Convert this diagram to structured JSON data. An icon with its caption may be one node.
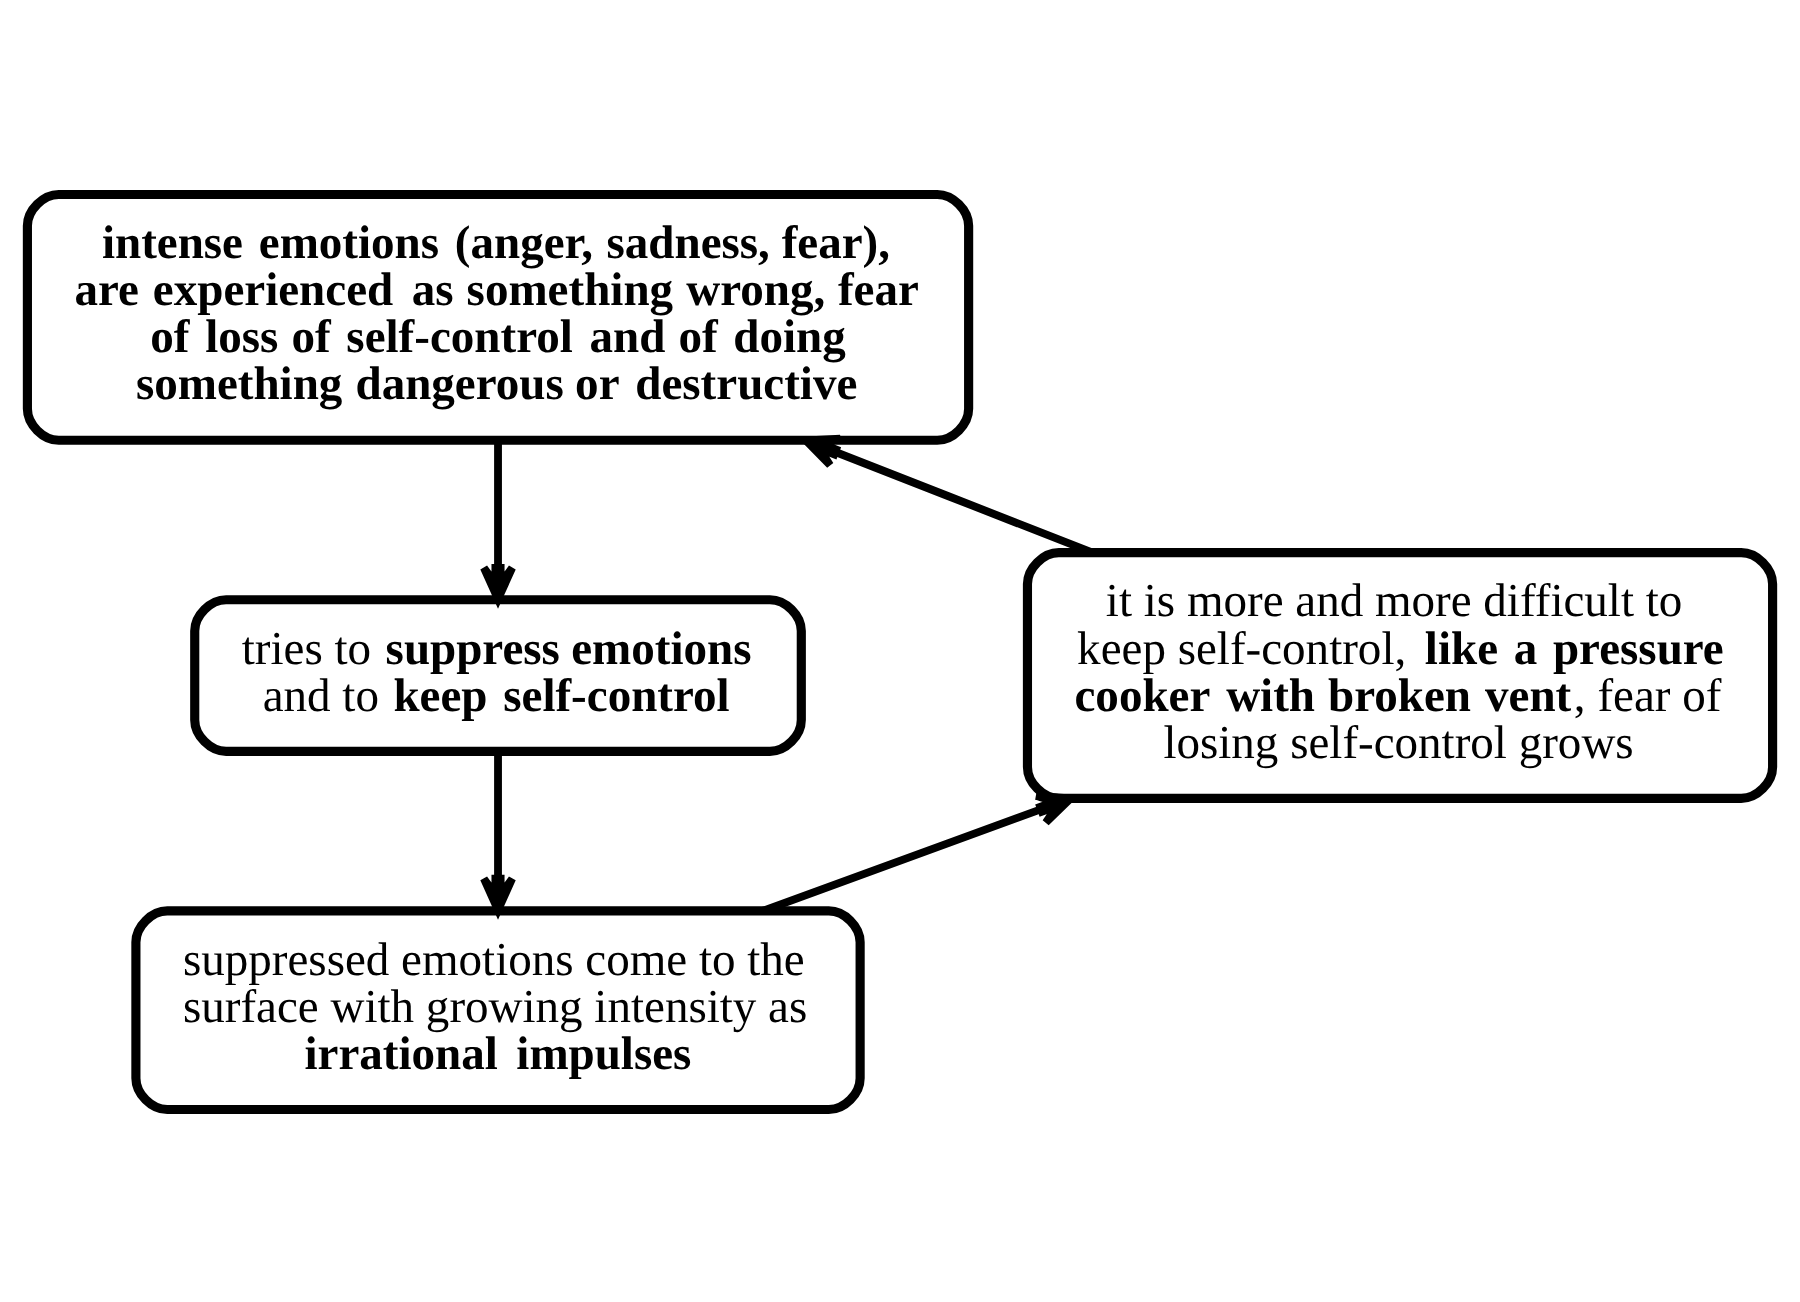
{
  "diagram": {
    "nodes": [
      {
        "text": [
          "intense emotions (anger, sadness, fear), are experienced as something wrong, fear of loss of self-control and of doing something dangerous or destructive"
        ]
      },
      {
        "text": [
          "it is more and more difficult to keep self-control, **like a pressure cooker with broken vent**, fear of losing self-control grows"
        ]
      },
      {
        "text": [
          "tries to **suppress emotions** and to **keep self-control**"
        ]
      },
      {
        "text": [
          "suppressed emotions come to the surface with growing intensity as **irrational impulses**"
        ]
      }
    ],
    "edges": [
      {
        "from": 0,
        "to": 2,
        "arrow": "to"
      },
      {
        "from": 2,
        "to": 3,
        "arrow": "to"
      },
      {
        "from": 3,
        "to": 1,
        "arrow": "to"
      },
      {
        "from": 1,
        "to": 0,
        "arrow": "to"
      }
    ]
  }
}
